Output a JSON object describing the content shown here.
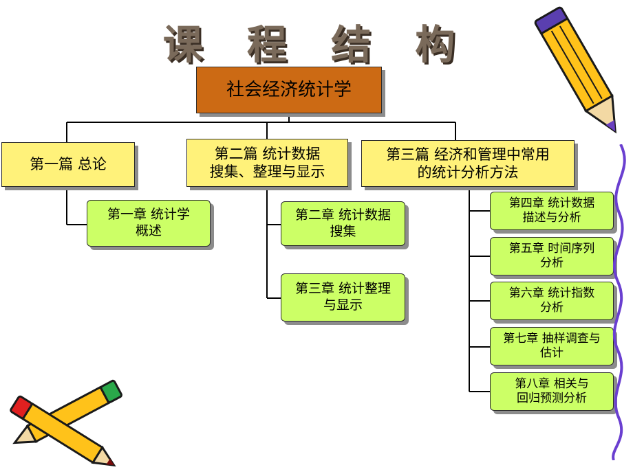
{
  "title": "课 程 结 构",
  "root": "社会经济统计学",
  "parts": [
    "第一篇  总论",
    "第二篇  统计数据\n搜集、整理与显示",
    "第三篇  经济和管理中常用\n的统计分析方法"
  ],
  "chapters": [
    "第一章  统计学\n概述",
    "第二章  统计数据\n搜集",
    "第三章  统计整理\n与显示",
    "第四章  统计数据\n描述与分析",
    "第五章 时间序列\n分析",
    "第六章 统计指数\n分析",
    "第七章 抽样调查与\n估计",
    "第八章  相关与\n回归预测分析"
  ],
  "decorations": {
    "pencil_right": "pencil-icon",
    "pencils_left": "crossed-pencils-icon",
    "curl": "squiggle-line"
  }
}
